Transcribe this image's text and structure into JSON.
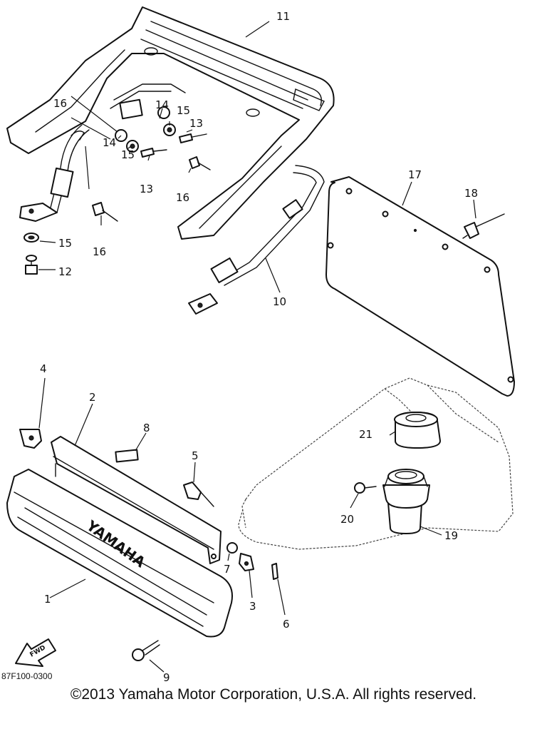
{
  "diagram": {
    "drawing_code": "87F100-0300",
    "copyright": "©2013 Yamaha Motor Corporation, U.S.A. All rights reserved.",
    "brand_mark": "YAMAHA",
    "fwd_label": "FWD",
    "callouts": {
      "c1": "1",
      "c2": "2",
      "c3": "3",
      "c4": "4",
      "c5": "5",
      "c6": "6",
      "c7": "7",
      "c8": "8",
      "c9": "9",
      "c10": "10",
      "c11": "11",
      "c12": "12",
      "c13a": "13",
      "c13b": "13",
      "c14a": "14",
      "c14b": "14",
      "c15a": "15",
      "c15b": "15",
      "c15c": "15",
      "c16a": "16",
      "c16b": "16",
      "c16c": "16",
      "c17": "17",
      "c18": "18",
      "c19": "19",
      "c20": "20",
      "c21": "21"
    }
  }
}
